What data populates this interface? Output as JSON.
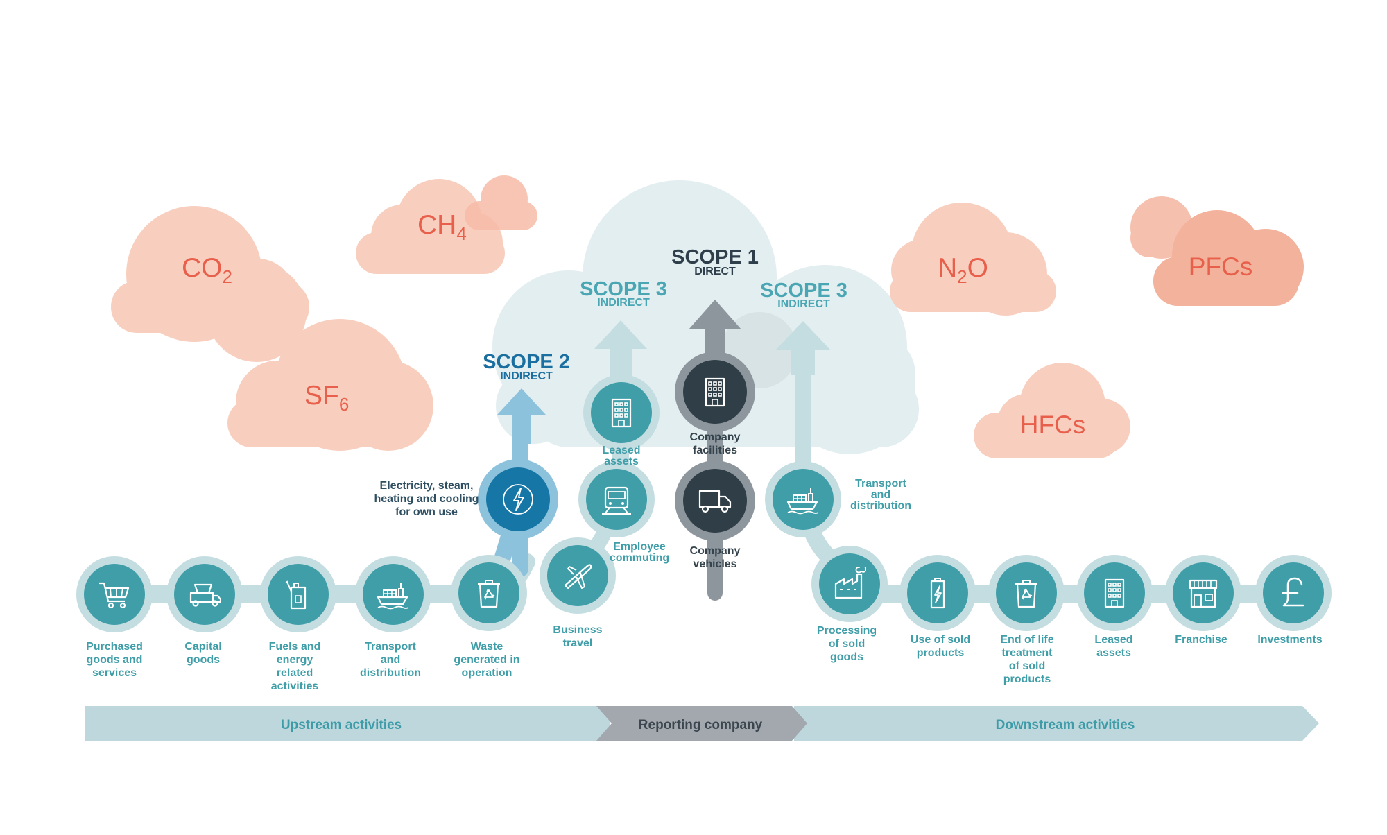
{
  "gases": {
    "co2": {
      "base": "CO",
      "sub": "2"
    },
    "ch4": {
      "base": "CH",
      "sub": "4"
    },
    "sf6": {
      "base": "SF",
      "sub": "6"
    },
    "n2o_n": "N",
    "n2o_sub": "2",
    "n2o_o": "O",
    "pfcs": "PFCs",
    "hfcs": "HFCs"
  },
  "scopes": {
    "scope1": {
      "title": "SCOPE 1",
      "sub": "DIRECT"
    },
    "scope2": {
      "title": "SCOPE 2",
      "sub": "INDIRECT"
    },
    "scope3_left": {
      "title": "SCOPE 3",
      "sub": "INDIRECT"
    },
    "scope3_right": {
      "title": "SCOPE 3",
      "sub": "INDIRECT"
    }
  },
  "upstream_nodes": [
    {
      "label": [
        "Purchased",
        "goods and",
        "services"
      ],
      "icon": "cart-icon"
    },
    {
      "label": [
        "Capital",
        "goods"
      ],
      "icon": "dump-truck-icon"
    },
    {
      "label": [
        "Fuels and",
        "energy",
        "related",
        "activities"
      ],
      "icon": "fuel-can-icon"
    },
    {
      "label": [
        "Transport",
        "and",
        "distribution"
      ],
      "icon": "ship-icon"
    },
    {
      "label": [
        "Waste",
        "generated in",
        "operation"
      ],
      "icon": "recycle-bin-icon"
    },
    {
      "label": [
        "Business",
        "travel"
      ],
      "icon": "airplane-icon"
    }
  ],
  "scope_nodes": {
    "electricity": {
      "label": [
        "Electricity, steam,",
        "heating and cooling",
        "for own use"
      ],
      "icon": "lightning-icon"
    },
    "employee_commuting": {
      "label": [
        "Employee",
        "commuting"
      ],
      "icon": "train-icon"
    },
    "leased_assets_up": {
      "label": [
        "Leased",
        "assets"
      ],
      "icon": "building-icon"
    },
    "company_facilities": {
      "label": [
        "Company",
        "facilities"
      ],
      "icon": "building-icon"
    },
    "company_vehicles": {
      "label": [
        "Company",
        "vehicles"
      ],
      "icon": "truck-icon"
    },
    "transport_down": {
      "label": [
        "Transport",
        "and",
        "distribution"
      ],
      "icon": "ship-icon"
    }
  },
  "downstream_nodes": [
    {
      "label": [
        "Processing",
        "of sold",
        "goods"
      ],
      "icon": "factory-icon"
    },
    {
      "label": [
        "Use of sold",
        "products"
      ],
      "icon": "battery-icon"
    },
    {
      "label": [
        "End of life",
        "treatment",
        "of sold",
        "products"
      ],
      "icon": "recycle-bin-icon"
    },
    {
      "label": [
        "Leased",
        "assets"
      ],
      "icon": "building-icon"
    },
    {
      "label": [
        "Franchise"
      ],
      "icon": "storefront-icon"
    },
    {
      "label": [
        "Investments"
      ],
      "icon": "pound-icon"
    }
  ],
  "band": {
    "upstream": "Upstream activities",
    "reporting": "Reporting company",
    "downstream": "Downstream activities"
  },
  "colors": {
    "gas_cloud": "#f8cfbf",
    "gas_text": "#e8604c",
    "big_cloud": "#e3eef0",
    "teal_node": "#3f9ea8",
    "teal_ring": "#b9d8dd",
    "scope1_node": "#2f3e47",
    "scope1_ring": "#8d969d",
    "scope2_node": "#1676a6",
    "scope2_ring": "#8dc1dc",
    "scope3_text": "#4ba6b4",
    "scope2_text": "#1a6fa0",
    "scope1_text": "#2e3f4b",
    "band_upstream": "#bed7dd",
    "band_reporting": "#a2a8ae",
    "band_text_teal": "#3d9ca8",
    "band_text_dark": "#3b464e"
  }
}
